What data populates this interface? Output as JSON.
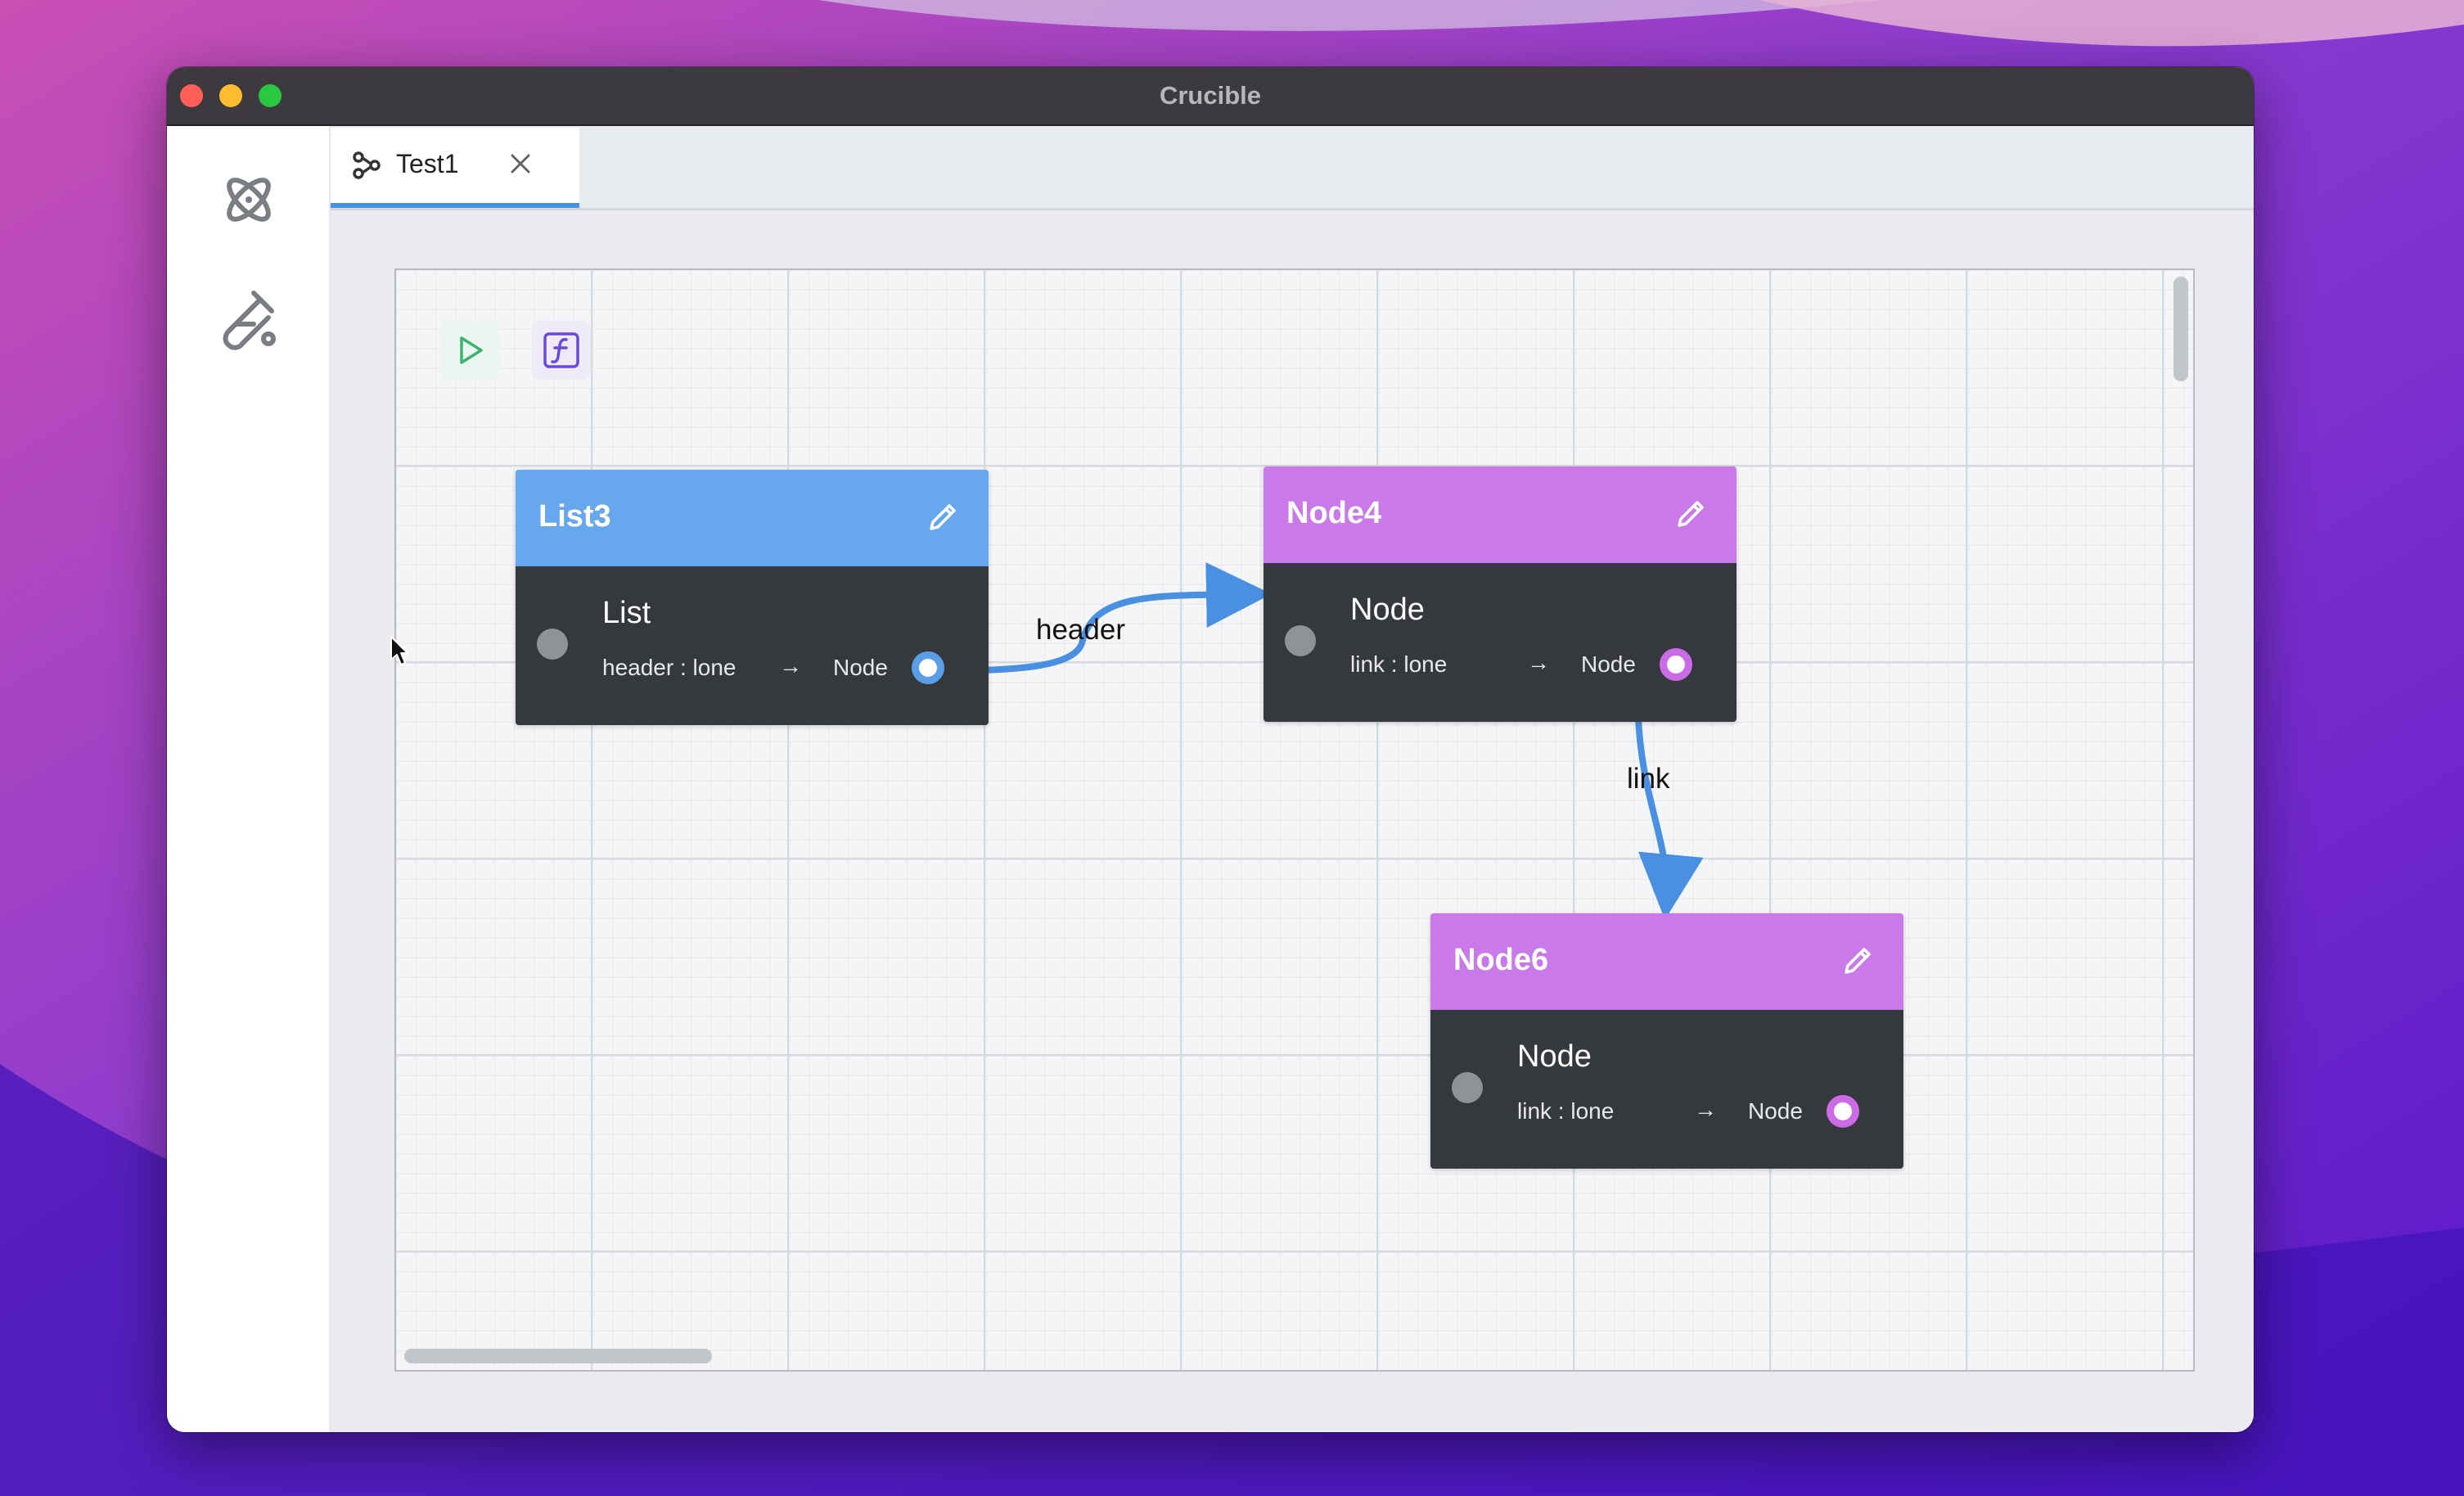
{
  "window": {
    "title": "Crucible"
  },
  "tabs": [
    {
      "label": "Test1",
      "icon": "graph-icon"
    }
  ],
  "sidebar": {
    "items": [
      {
        "icon": "atom-icon"
      },
      {
        "icon": "flask-icon"
      }
    ]
  },
  "toolbar": {
    "run_icon": "play-icon",
    "function_icon": "function-icon"
  },
  "nodes": [
    {
      "title": "List3",
      "type": "List",
      "field": "header : lone",
      "arrow": "→",
      "target": "Node",
      "color": "#66a7ee"
    },
    {
      "title": "Node4",
      "type": "Node",
      "field": "link : lone",
      "arrow": "→",
      "target": "Node",
      "color": "#ca7ae8"
    },
    {
      "title": "Node6",
      "type": "Node",
      "field": "link : lone",
      "arrow": "→",
      "target": "Node",
      "color": "#ca7ae8"
    }
  ],
  "edges": [
    {
      "label": "header",
      "from": "List3",
      "to": "Node4",
      "color": "#4a90e2"
    },
    {
      "label": "link",
      "from": "Node4",
      "to": "Node6",
      "color": "#4a90e2"
    }
  ]
}
